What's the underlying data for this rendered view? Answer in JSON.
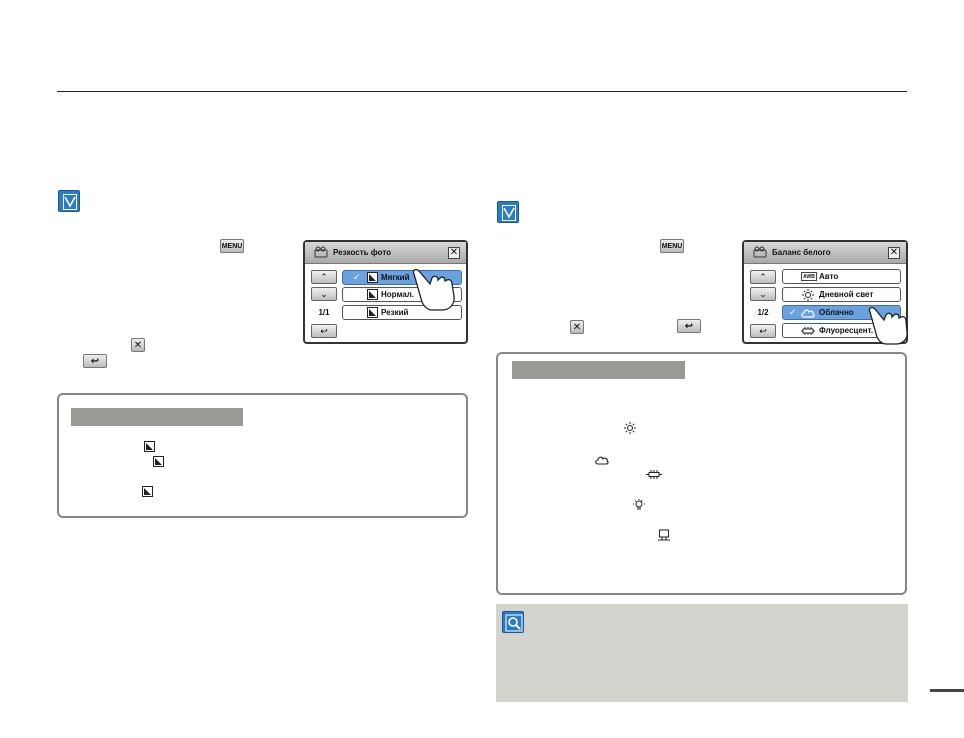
{
  "left_panel": {
    "menu_button_label": "MENU",
    "screen": {
      "title": "Резкость фото",
      "close_symbol": "✕",
      "up_symbol": "⌃",
      "down_symbol": "⌄",
      "page": "1/1",
      "back_symbol": "↩",
      "options": [
        {
          "label": "Мягкий",
          "selected": true
        },
        {
          "label": "Нормал."
        },
        {
          "label": "Резкий"
        }
      ]
    }
  },
  "right_panel": {
    "menu_button_label": "MENU",
    "screen": {
      "title": "Баланс белого",
      "close_symbol": "✕",
      "up_symbol": "⌃",
      "down_symbol": "⌄",
      "page": "1/2",
      "back_symbol": "↩",
      "options": [
        {
          "label": "Авто",
          "icon": "AWB"
        },
        {
          "label": "Дневной свет"
        },
        {
          "label": "Облачно",
          "selected": true
        },
        {
          "label": "Флуоресцент."
        }
      ]
    }
  },
  "colors": {
    "accent": "#2a7cc7",
    "selected_option": "#6aa2e0",
    "info_header": "#9a9a94",
    "note_background": "#d4d4cf"
  }
}
